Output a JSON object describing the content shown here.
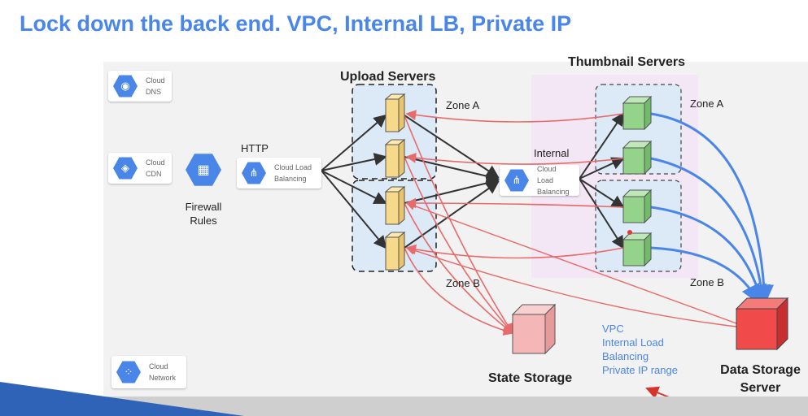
{
  "slide": {
    "title": "Lock down the back end. VPC, Internal LB, Private IP"
  },
  "services": {
    "dns": {
      "label": "Cloud\nDNS",
      "icon": "dns-icon"
    },
    "cdn": {
      "label": "Cloud\nCDN",
      "icon": "cdn-icon"
    },
    "firewall": {
      "label": "Firewall\nRules",
      "icon": "firewall-icon"
    },
    "http": {
      "label": "HTTP"
    },
    "load_balancer": {
      "label": "Cloud Load\nBalancing",
      "icon": "load-balancer-icon"
    },
    "internal": {
      "label": "Internal"
    },
    "internal_lb": {
      "label": "Cloud Load\nBalancing",
      "icon": "load-balancer-icon"
    },
    "network": {
      "label": "Cloud\nNetwork",
      "icon": "network-icon"
    }
  },
  "upload": {
    "title": "Upload Servers",
    "zone_a": "Zone A",
    "zone_b": "Zone B"
  },
  "thumbnail": {
    "title": "Thumbnail Servers",
    "zone_a": "Zone A",
    "zone_b": "Zone B"
  },
  "storage": {
    "state": "State Storage",
    "data": "Data Storage\nServer"
  },
  "note": {
    "text": "VPC\nInternal Load\nBalancing\nPrivate IP range"
  },
  "colors": {
    "accent": "#4a86e8",
    "red_arrow": "#e86a6a",
    "blue_arrow": "#4a86e8",
    "upload_server": "#f6d98a",
    "thumb_server": "#93d38a",
    "state_storage": "#f4b6b6",
    "data_storage": "#f04a4a",
    "thumb_zone": "#f3e6f5"
  }
}
